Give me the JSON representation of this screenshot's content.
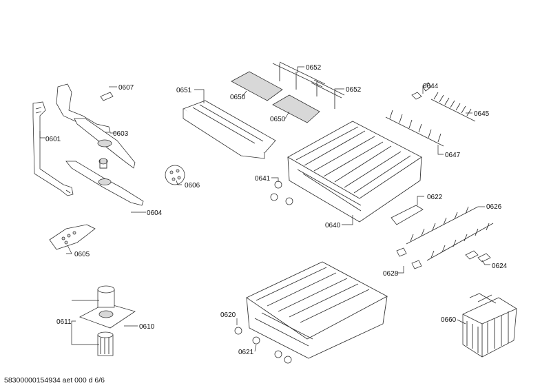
{
  "document_id": "58300000154934 aet 000 d 6/6",
  "parts": [
    {
      "key": "p0601",
      "number": "0601"
    },
    {
      "key": "p0603",
      "number": "0603"
    },
    {
      "key": "p0604",
      "number": "0604"
    },
    {
      "key": "p0605",
      "number": "0605"
    },
    {
      "key": "p0606",
      "number": "0606"
    },
    {
      "key": "p0607",
      "number": "0607"
    },
    {
      "key": "p0610",
      "number": "0610"
    },
    {
      "key": "p0611",
      "number": "0611"
    },
    {
      "key": "p0620",
      "number": "0620"
    },
    {
      "key": "p0621",
      "number": "0621"
    },
    {
      "key": "p0622",
      "number": "0622"
    },
    {
      "key": "p0624",
      "number": "0624"
    },
    {
      "key": "p0626",
      "number": "0626"
    },
    {
      "key": "p0628",
      "number": "0628"
    },
    {
      "key": "p0640",
      "number": "0640"
    },
    {
      "key": "p0641",
      "number": "0641"
    },
    {
      "key": "p0644",
      "number": "0644"
    },
    {
      "key": "p0645",
      "number": "0645"
    },
    {
      "key": "p0647",
      "number": "0647"
    },
    {
      "key": "p0650a",
      "number": "0650"
    },
    {
      "key": "p0650b",
      "number": "0650"
    },
    {
      "key": "p0651",
      "number": "0651"
    },
    {
      "key": "p0652a",
      "number": "0652"
    },
    {
      "key": "p0652b",
      "number": "0652"
    },
    {
      "key": "p0660",
      "number": "0660"
    }
  ]
}
